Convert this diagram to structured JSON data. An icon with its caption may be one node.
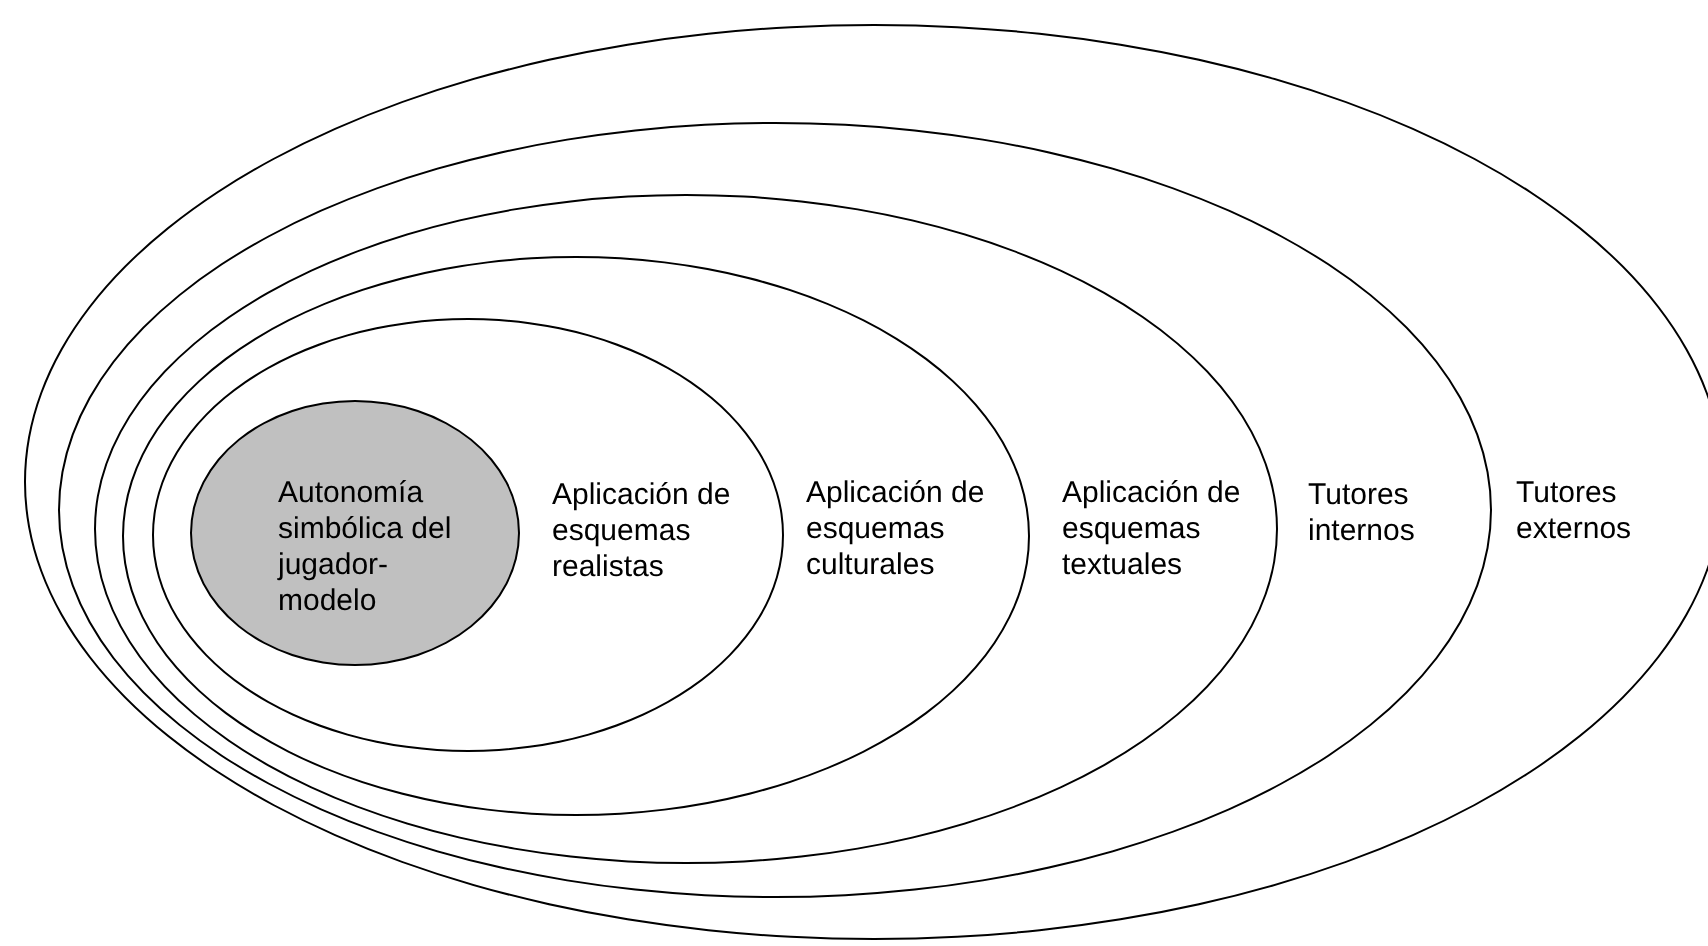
{
  "diagram": {
    "nodes": [
      {
        "text": [
          "Tutores externos"
        ]
      },
      {
        "text": [
          "Tutores internos"
        ],
        "in": 0
      },
      {
        "text": [
          "Aplicación de esquemas textuales"
        ],
        "in": 1
      },
      {
        "text": [
          "Aplicación de esquemas culturales"
        ],
        "in": 2
      },
      {
        "text": [
          "Aplicación de esquemas realistas"
        ],
        "in": 3
      },
      {
        "text": [
          "Autonomía simbólica del jugador-modelo"
        ],
        "in": 4
      }
    ]
  }
}
